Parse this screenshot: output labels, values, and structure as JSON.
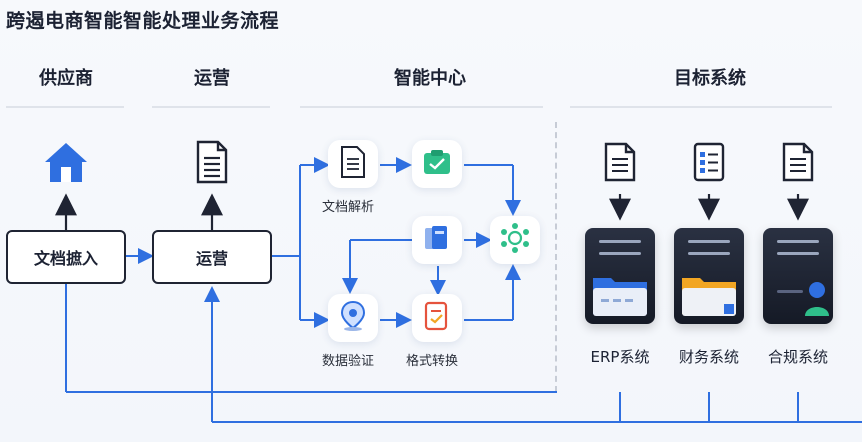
{
  "title": "跨遏电商智能智能处理业务流程",
  "columns": {
    "supplier": "供应商",
    "ops": "运营",
    "ai_center": "智能中心",
    "target": "目标系统"
  },
  "nodes": {
    "upload": "文档摭入",
    "ops": "运营"
  },
  "ai_labels": {
    "parse": "文档解析",
    "verify": "数据验证",
    "format": "格式转换"
  },
  "systems": [
    {
      "label": "ERP系统"
    },
    {
      "label": "财务系统"
    },
    {
      "label": "合规系统"
    }
  ],
  "colors": {
    "accent": "#2f6fe0",
    "green": "#2fbf8a",
    "orange": "#f2a623",
    "red": "#e5533d",
    "dark": "#1f2433"
  }
}
